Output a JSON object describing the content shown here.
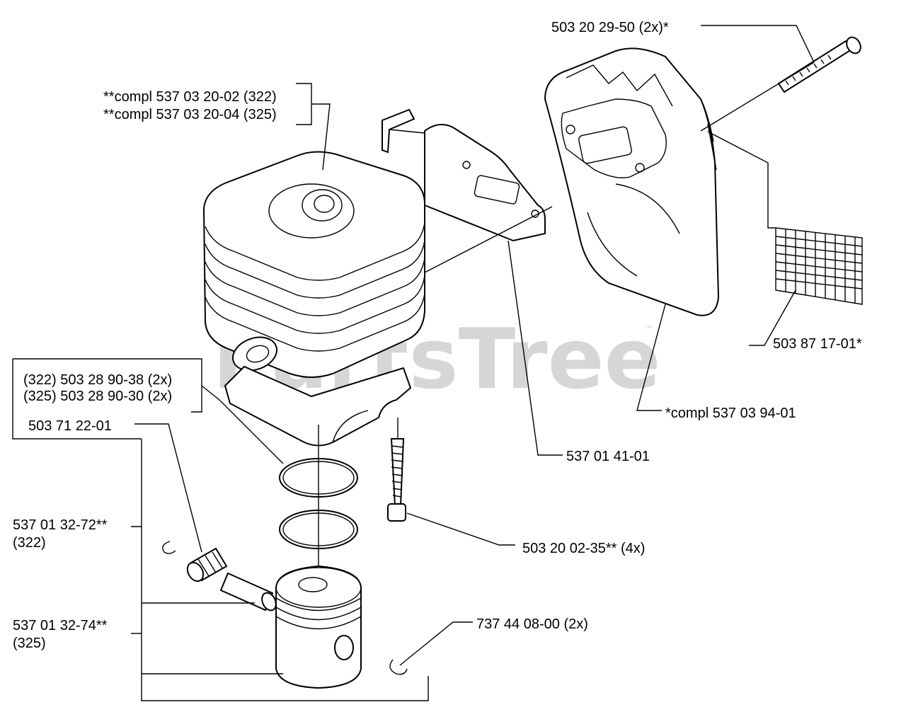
{
  "watermark": "PartsTree",
  "watermark_tm": "™",
  "labels": {
    "bolt_top": "503 20 29-50 (2x)*",
    "cyl_compl_322": "**compl 537 03 20-02 (322)",
    "cyl_compl_325": "**compl 537 03 20-04 (325)",
    "screen": "503 87 17-01*",
    "muffler_compl": "*compl 537 03 94-01",
    "ring_322": "(322) 503 28 90-38 (2x)",
    "ring_325": "(325) 503 28 90-30 (2x)",
    "bearing": "503 71 22-01",
    "gasket": "537 01 41-01",
    "piston_322": "537 01 32-72**",
    "piston_322_sub": "(322)",
    "screw": "503 20 02-35** (4x)",
    "piston_325": "537 01 32-74**",
    "piston_325_sub": "(325)",
    "circlip": "737 44 08-00 (2x)"
  }
}
